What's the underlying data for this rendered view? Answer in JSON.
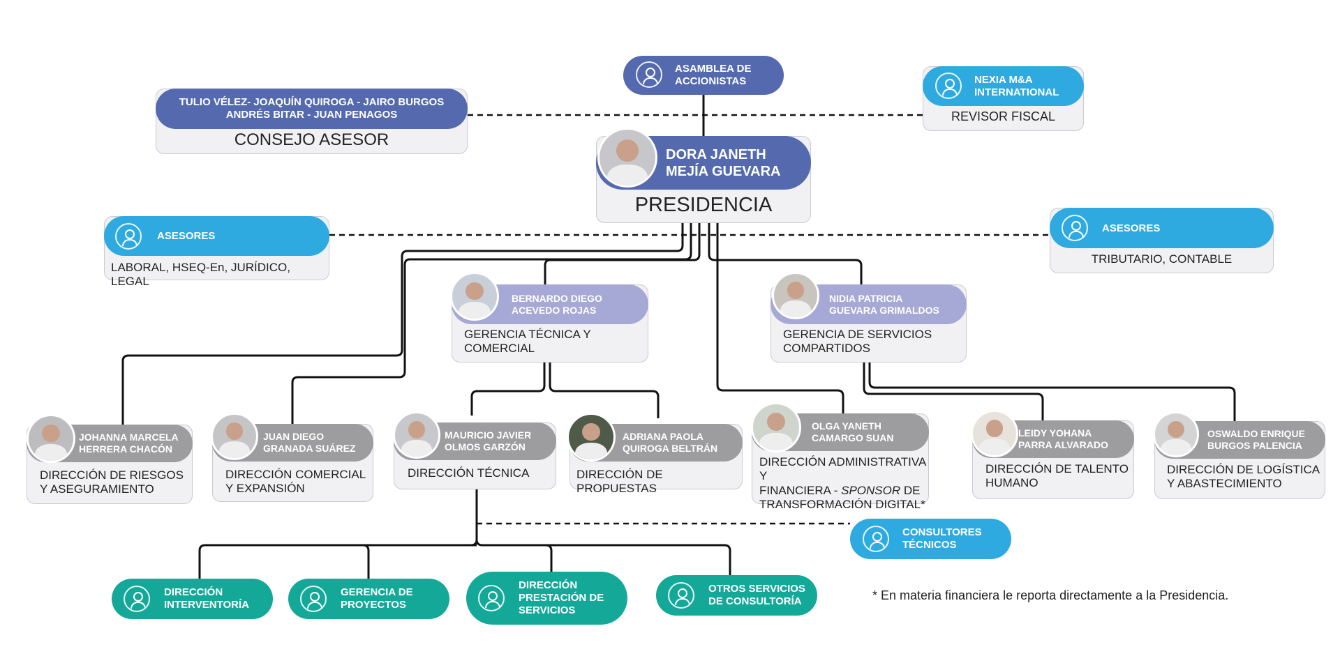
{
  "top": {
    "asamblea": {
      "line1": "ASAMBLEA DE",
      "line2": "ACCIONISTAS",
      "icon": "user-circle-icon"
    },
    "consejo": {
      "members1": "TULIO VÉLEZ- JOAQUÍN QUIROGA - JAIRO BURGOS",
      "members2": "ANDRÉS BITAR - JUAN PENAGOS",
      "title": "CONSEJO ASESOR"
    },
    "nexia": {
      "line1": "NEXIA M&A",
      "line2": "INTERNATIONAL",
      "role": "REVISOR FISCAL",
      "icon": "user-circle-icon"
    },
    "presidencia": {
      "name1": "DORA JANETH",
      "name2": "MEJÍA GUEVARA",
      "title": "PRESIDENCIA"
    }
  },
  "advisors": {
    "left": {
      "title": "ASESORES",
      "areas": "LABORAL, HSEQ-En, JURÍDICO, LEGAL",
      "icon": "user-circle-icon"
    },
    "right": {
      "title": "ASESORES",
      "areas": "TRIBUTARIO, CONTABLE",
      "icon": "user-circle-icon"
    }
  },
  "gerencias": {
    "tecnica": {
      "name1": "BERNARDO DIEGO",
      "name2": "ACEVEDO ROJAS",
      "title1": "GERENCIA TÉCNICA Y",
      "title2": "COMERCIAL"
    },
    "servicios": {
      "name1": "NIDIA PATRICIA",
      "name2": "GUEVARA GRIMALDOS",
      "title1": "GERENCIA DE SERVICIOS",
      "title2": "COMPARTIDOS"
    }
  },
  "direcciones": {
    "riesgos": {
      "name1": "JOHANNA MARCELA",
      "name2": "HERRERA CHACÓN",
      "title1": "DIRECCIÓN DE RIESGOS",
      "title2": "Y ASEGURAMIENTO"
    },
    "comercial": {
      "name1": "JUAN DIEGO",
      "name2": "GRANADA SUÁREZ",
      "title1": "DIRECCIÓN COMERCIAL",
      "title2": "Y EXPANSIÓN"
    },
    "tecnica": {
      "name1": "MAURICIO JAVIER",
      "name2": "OLMOS GARZÓN",
      "title1": "DIRECCIÓN TÉCNICA"
    },
    "propuestas": {
      "name1": "ADRIANA PAOLA",
      "name2": "QUIROGA BELTRÁN",
      "title1": "DIRECCIÓN DE PROPUESTAS"
    },
    "administrativa": {
      "name1": "OLGA YANETH",
      "name2": "CAMARGO SUAN",
      "title1": "DIRECCIÓN ADMINISTRATIVA Y",
      "title2a": "FINANCIERA - ",
      "title2b": "SPONSOR",
      "title2c": " DE",
      "title3": "TRANSFORMACIÓN DIGITAL*"
    },
    "talento": {
      "name1": "LEIDY YOHANA",
      "name2": "PARRA ALVARADO",
      "title1": "DIRECCIÓN DE TALENTO",
      "title2": "HUMANO"
    },
    "logistica": {
      "name1": "OSWALDO ENRIQUE",
      "name2": "BURGOS PALENCIA",
      "title1": "DIRECCIÓN DE LOGÍSTICA",
      "title2": "Y ABASTECIMIENTO"
    }
  },
  "consultores": {
    "line1": "CONSULTORES",
    "line2": "TÉCNICOS",
    "icon": "user-circle-icon"
  },
  "units": [
    {
      "line1": "DIRECCIÓN",
      "line2": "INTERVENTORÍA",
      "line3": "",
      "icon": "user-circle-icon"
    },
    {
      "line1": "GERENCIA DE",
      "line2": "PROYECTOS",
      "line3": "",
      "icon": "user-circle-icon"
    },
    {
      "line1": "DIRECCIÓN",
      "line2": "PRESTACIÓN DE",
      "line3": "SERVICIOS",
      "icon": "user-circle-icon"
    },
    {
      "line1": "OTROS SERVICIOS",
      "line2": "DE CONSULTORÍA",
      "line3": "",
      "icon": "user-circle-icon"
    }
  ],
  "footnote": "* En materia financiera le reporta directamente a la Presidencia.",
  "colors": {
    "navy": "#5469ae",
    "sky": "#2eaae1",
    "lavender": "#a6a8d6",
    "gray": "#9d9d9f",
    "teal": "#14a898"
  }
}
